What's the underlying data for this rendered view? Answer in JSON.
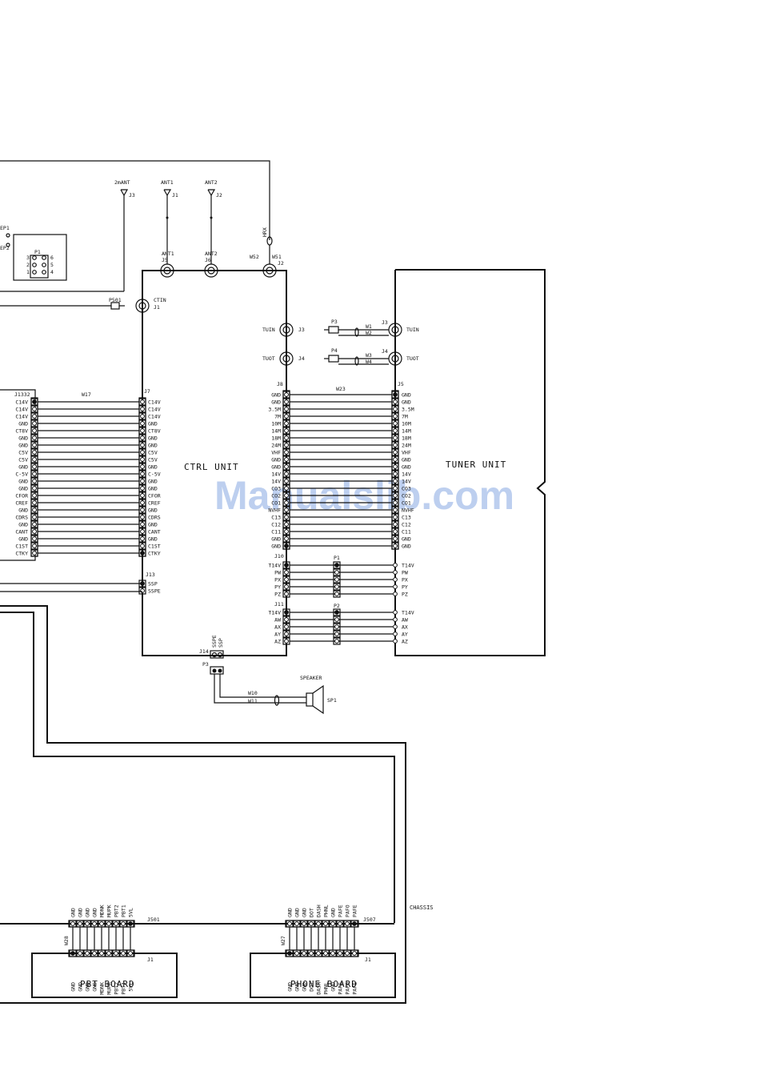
{
  "watermark": "Manualslib.com",
  "chassis_label": "CHASSIS",
  "ctrl": {
    "title": "CTRL UNIT",
    "jacks": {
      "j5": "J5",
      "j6": "J6",
      "j2": "J2",
      "j1": "J1",
      "j3": "J3",
      "j4": "J4"
    },
    "jack_names": {
      "ant1": "ANT1",
      "ant2": "ANT2",
      "w51": "W51",
      "w52": "W52",
      "ctin": "CTIN",
      "tuin": "TUIN",
      "tuot": "TUOT"
    },
    "j7_label": "J7",
    "j7_pins": [
      "C14V",
      "C14V",
      "C14V",
      "GND",
      "CT8V",
      "GND",
      "GND",
      "C5V",
      "C5V",
      "GND",
      "C-5V",
      "GND",
      "GND",
      "CFOR",
      "CREF",
      "GND",
      "CDRS",
      "GND",
      "CANT",
      "GND",
      "C1ST",
      "CTKY"
    ],
    "j8_label": "J8",
    "j8_pins": [
      "GND",
      "GND",
      "3.5M",
      "7M",
      "10M",
      "14M",
      "18M",
      "24M",
      "VHF",
      "GND",
      "GND",
      "14V",
      "14V",
      "CO3",
      "CO2",
      "CO1",
      "NVHF",
      "C13",
      "C12",
      "C11",
      "GND",
      "GND"
    ],
    "j10_label": "J10",
    "j10_pins": [
      "T14V",
      "PW",
      "PX",
      "PY",
      "PZ"
    ],
    "j11_label": "J11",
    "j11_pins": [
      "T14V",
      "AW",
      "AX",
      "AY",
      "AZ"
    ],
    "j13_label": "J13",
    "j13_pins": [
      "SSP",
      "SSPE"
    ],
    "j14_label": "J14",
    "j14_pins": [
      "SSPE",
      "SSP"
    ]
  },
  "tuner": {
    "title": "TUNER UNIT",
    "j3": "J3",
    "j4": "J4",
    "tuin": "TUIN",
    "tuot": "TUOT",
    "j5_label": "J5",
    "j5_pins": [
      "GND",
      "GND",
      "3.5M",
      "7M",
      "10M",
      "14M",
      "18M",
      "24M",
      "VHF",
      "GND",
      "GND",
      "14V",
      "14V",
      "CO3",
      "CO2",
      "CO1",
      "NVHF",
      "C13",
      "C12",
      "C11",
      "GND",
      "GND"
    ],
    "p_pins": [
      "T14V",
      "PW",
      "PX",
      "PY",
      "PZ"
    ],
    "a_pins": [
      "T14V",
      "AW",
      "AX",
      "AY",
      "AZ"
    ]
  },
  "left_board": {
    "label": "J1332",
    "pins": [
      "C14V",
      "C14V",
      "C14V",
      "GND",
      "CT8V",
      "GND",
      "GND",
      "C5V",
      "C5V",
      "GND",
      "C-5V",
      "GND",
      "GND",
      "CFOR",
      "CREF",
      "GND",
      "CDRS",
      "GND",
      "CANT",
      "GND",
      "C1ST",
      "CTKY"
    ]
  },
  "wires": {
    "w17": "W17",
    "w23": "W23",
    "w1": "W1",
    "w2": "W2",
    "w3": "W3",
    "w4": "W4",
    "w10": "W10",
    "w11": "W11",
    "w27": "W27",
    "w28": "W28"
  },
  "plugs": {
    "p3": "P3",
    "p4": "P4",
    "p1": "P1",
    "p2": "P2",
    "p501": "P501",
    "p3b": "P3",
    "p1_small": "P1"
  },
  "antennas": {
    "ant_2m": "2mANT",
    "j3": "J3",
    "ant1": "ANT1",
    "j1": "J1",
    "ant2": "ANT2",
    "j2": "J2",
    "hrx": "HRX"
  },
  "small_connector": {
    "ep1": "EP1",
    "ep2": "EP2",
    "pins": [
      "3",
      "2",
      "1",
      "6",
      "5",
      "4"
    ]
  },
  "speaker": {
    "label": "SPEAKER",
    "sp1": "SP1"
  },
  "pbt": {
    "title": "PBT BOARD",
    "j501": "J501",
    "j1": "J1",
    "pins": [
      "GND",
      "GND",
      "GND",
      "GND",
      "MDNK",
      "MUPK",
      "PBT2",
      "PBT1",
      "5VL"
    ]
  },
  "phone": {
    "title": "PHONE BOARD",
    "j507": "J507",
    "j1": "J1",
    "pins": [
      "GND",
      "GND",
      "GND",
      "DOT",
      "DASH",
      "PHNL",
      "GND",
      "PAFE",
      "PAFO",
      "PAFE"
    ]
  }
}
